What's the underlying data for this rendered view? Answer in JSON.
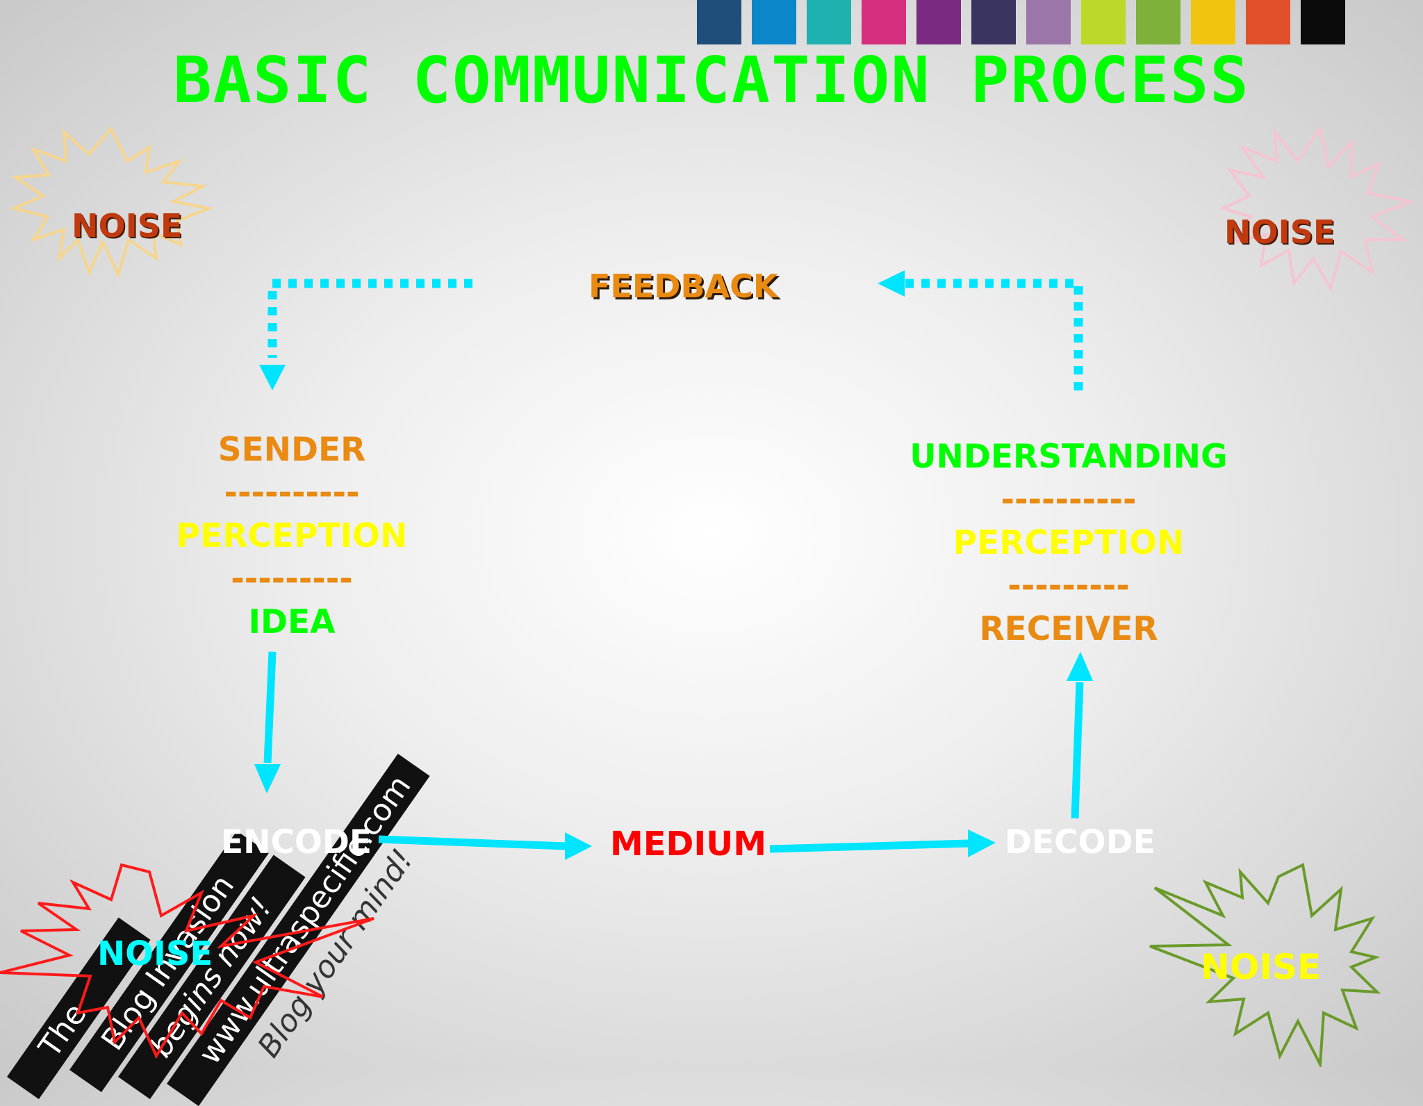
{
  "palette": [
    "#1d4f7a",
    "#0a86c9",
    "#1fb0b0",
    "#d52e7e",
    "#7b2a82",
    "#3a3460",
    "#9b76a8",
    "#bcd829",
    "#7db13a",
    "#f1c40f",
    "#e0502a",
    "#0a0a0a"
  ],
  "title": "BASIC COMMUNICATION PROCESS",
  "feedback": "FEEDBACK",
  "noise_label": "NOISE",
  "sender_column": [
    "SENDER",
    "----------",
    "PERCEPTION",
    "---------",
    "IDEA"
  ],
  "receiver_column": [
    "UNDERSTANDING",
    "----------",
    "PERCEPTION",
    "---------",
    "RECEIVER"
  ],
  "encode": "ENCODE",
  "medium": "MEDIUM",
  "decode": "DECODE",
  "banner": [
    "The",
    "Blog Invasion",
    "begins now!",
    "www.ultraspecific.com",
    "Blog your mind!"
  ],
  "colors": {
    "title": "#00ff00",
    "arrow": "#00e5ff",
    "orange": "#e98a12",
    "yellow": "#ffff00",
    "green": "#00ff00",
    "red": "#ff0000",
    "white": "#ffffff",
    "noise_dark": "#c0390f"
  }
}
